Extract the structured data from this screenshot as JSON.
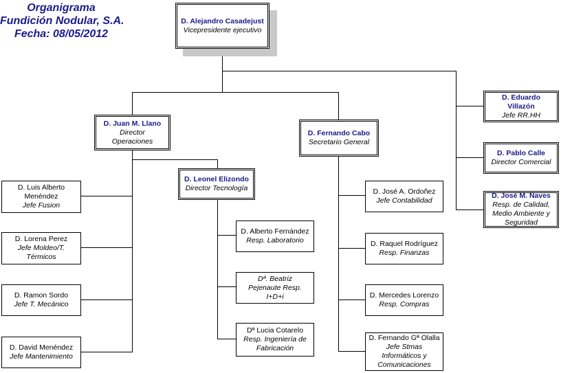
{
  "title": {
    "lines": [
      "Organigrama",
      "Fundición Nodular, S.A.",
      "Fecha: 08/05/2012"
    ]
  },
  "colors": {
    "title": "#1a1a8c",
    "manager_name": "#1a1a8c",
    "shadow": "#c8c8c8"
  },
  "nodes": {
    "ceo": {
      "name": "D. Alejandro Casadejust",
      "role": "Vicepresidente ejecutivo"
    },
    "ops": {
      "name": "D. Juan M. Llano",
      "role": "Director Operaciones"
    },
    "sec": {
      "name": "D. Fernando Cabo",
      "role": "Secretario General"
    },
    "tech": {
      "name": "D. Leonel Elizondo",
      "role": "Director Tecnología"
    },
    "hr": {
      "name": "D. Eduardo Villazón",
      "role": "Jefe RR.HH"
    },
    "comm": {
      "name": "D. Pablo Calle",
      "role": "Director Comercial"
    },
    "quality": {
      "name": "D. José M. Naves",
      "role": "Resp. de Calidad, Medio Ambiente y Seguridad"
    },
    "fusion": {
      "name": "D. Luis Alberto Menéndez",
      "role": "Jefe Fusion"
    },
    "moldeo": {
      "name": "D. Lorena Perez",
      "role": "Jefe Moldeo/T. Térmicos"
    },
    "tmec": {
      "name": "D. Ramon Sordo",
      "role": "Jefe T. Mecánico"
    },
    "mant": {
      "name": "D. David Menéndez",
      "role": "Jefe Mantenimiento"
    },
    "lab": {
      "name": "D. Alberto Fernández",
      "role": "Resp. Laboratorio"
    },
    "idi": {
      "name": "",
      "role": "Dª. Beatriz Pejenaute Resp. I+D+i"
    },
    "ingfab": {
      "name": "Dª Lucia Cotarelo",
      "role": "Resp. Ingeniería de Fabricación"
    },
    "cont": {
      "name": "D. José A. Ordoñez",
      "role": "Jefe Contabilidad"
    },
    "fin": {
      "name": "D. Raquel Rodríguez",
      "role": "Resp.  Finanzas"
    },
    "compras": {
      "name": "D. Mercedes Lorenzo",
      "role": "Resp.  Compras"
    },
    "sistemas": {
      "name": "D. Fernando Gª Olalla",
      "role": "Jefe Stmas Informáticos y Comunicaciones"
    }
  }
}
